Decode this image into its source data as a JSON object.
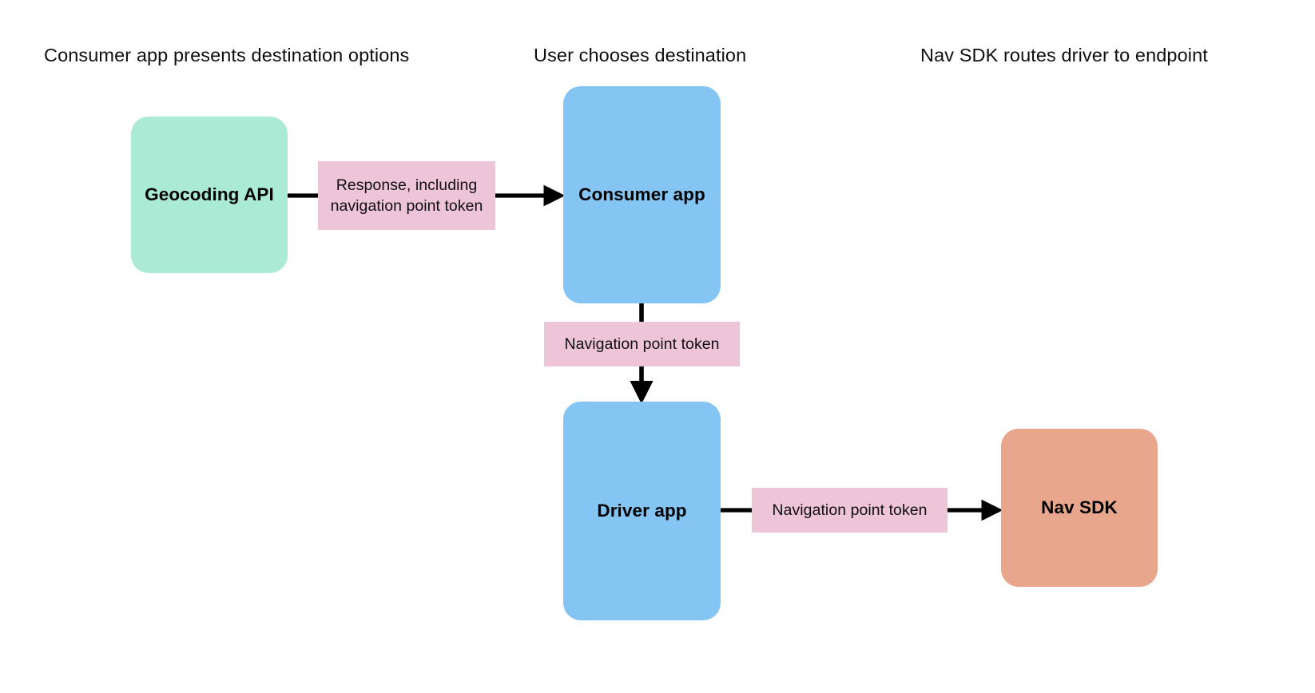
{
  "headers": [
    {
      "id": "hdr-1",
      "label": "Consumer app presents destination options"
    },
    {
      "id": "hdr-2",
      "label": "User chooses destination"
    },
    {
      "id": "hdr-3",
      "label": "Nav SDK routes driver to endpoint"
    }
  ],
  "nodes": [
    {
      "id": "geocoding",
      "label": "Geocoding API",
      "color": "#ABEBD5"
    },
    {
      "id": "consumer",
      "label": "Consumer app",
      "color": "#84C5F4"
    },
    {
      "id": "driver",
      "label": "Driver app",
      "color": "#84C5F4"
    },
    {
      "id": "navsdk",
      "label": "Nav SDK",
      "color": "#E8A68C"
    }
  ],
  "edge_labels": [
    {
      "id": "label-response",
      "label": "Response, including navigation point token",
      "color": "#EEC4D8"
    },
    {
      "id": "label-nav-token-1",
      "label": "Navigation point token",
      "color": "#EEC4D8"
    },
    {
      "id": "label-nav-token-2",
      "label": "Navigation point token",
      "color": "#EEC4D8"
    }
  ],
  "edges": [
    {
      "from": "geocoding",
      "to": "consumer",
      "direction": "right"
    },
    {
      "from": "consumer",
      "to": "driver",
      "direction": "down"
    },
    {
      "from": "driver",
      "to": "navsdk",
      "direction": "right"
    }
  ],
  "style": {
    "arrow_color": "#000000",
    "background": "#ffffff"
  }
}
